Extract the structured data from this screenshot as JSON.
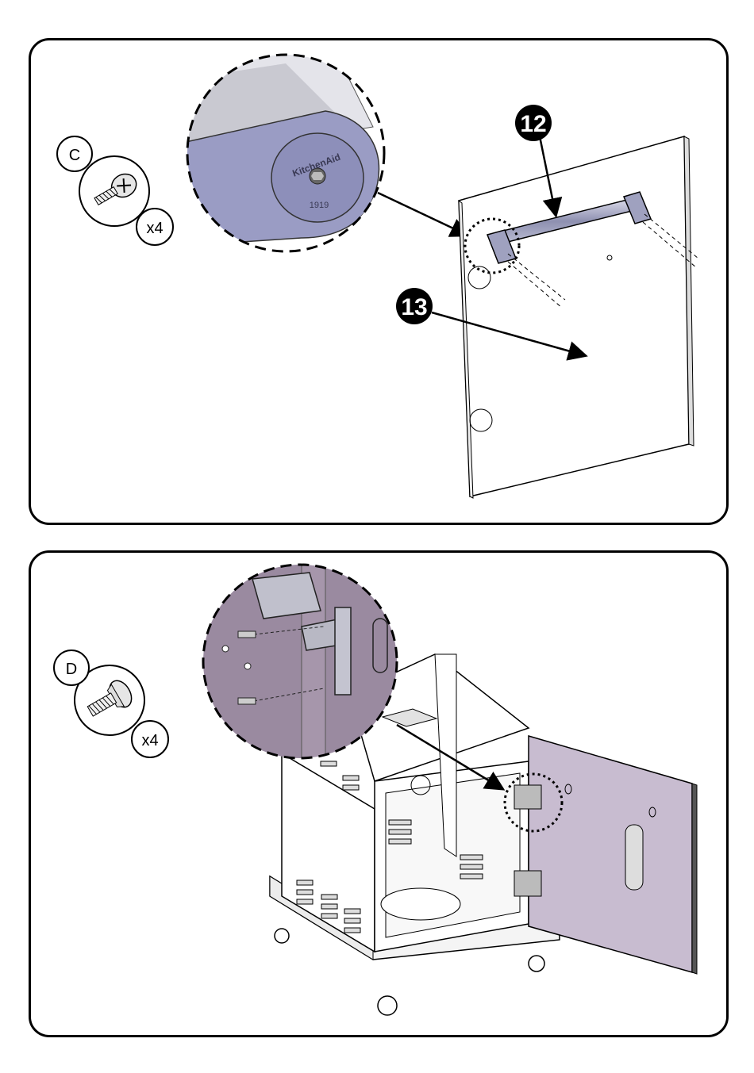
{
  "step1": {
    "hardware_letter": "C",
    "quantity": "x4",
    "callout_handle": "12",
    "callout_door": "13",
    "logo_text": "KitchenAid",
    "logo_year": "1919"
  },
  "step2": {
    "hardware_letter": "D",
    "quantity": "x4"
  },
  "colors": {
    "outline": "#000000",
    "metal": "#9a9cc4",
    "door_tint": "#c8bcd0",
    "zoom_bg": "#9a8aa0",
    "panel_gray": "#e9e9ef"
  }
}
